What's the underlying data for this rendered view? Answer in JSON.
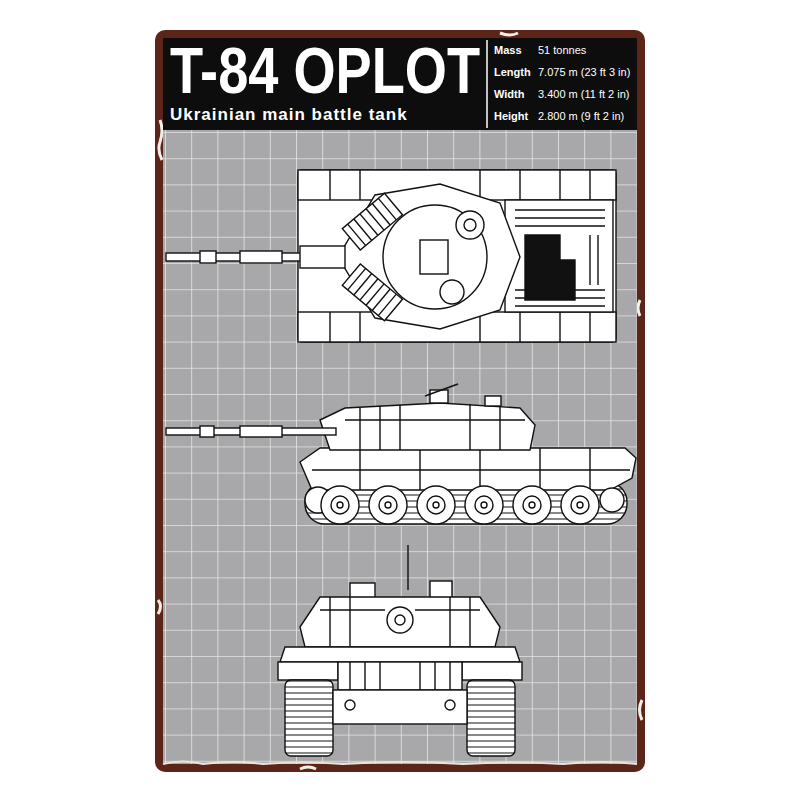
{
  "diagram": {
    "title": "T-84 OPLOT",
    "labels": [
      "Ukrainian main battle tank",
      "Mass",
      "51 tonnes",
      "Length",
      "7.075 m (23 ft 3 in)",
      "Width",
      "3.400 m (11 ft 2 in)",
      "Height",
      "2.800 m (9 ft 2 in)"
    ]
  }
}
